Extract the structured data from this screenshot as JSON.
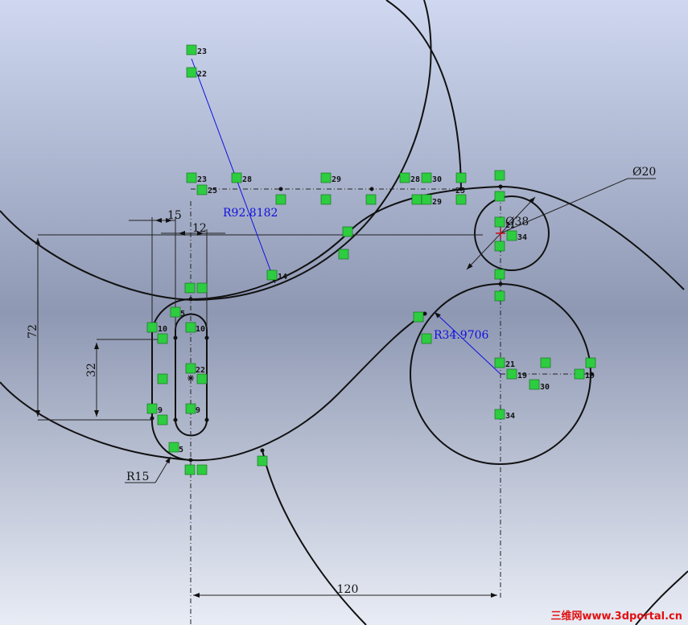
{
  "colors": {
    "bg_top": "#cfd8f0",
    "bg_mid": "#8e98b3",
    "bg_bottom": "#e8ecf5",
    "curve": "#111111",
    "relation_icon": "#2ecc40",
    "radius_dimension": "#1010e0",
    "watermark": "#e21010"
  },
  "dimensions": {
    "d15": "15",
    "d12": "12",
    "d72": "72",
    "d32": "32",
    "d120": "120",
    "r15": "R15",
    "dia20": "Ø20",
    "dia38": "Ø38",
    "r92": "R92.8182",
    "r34": "R34.9706"
  },
  "relations": {
    "r23a": "23",
    "r22a": "22",
    "r23b": "23",
    "r25a": "25",
    "r28a": "28",
    "r29a": "29",
    "r28b": "28",
    "r30a": "30",
    "r25b": "25",
    "r29b": "29",
    "r21a": "21",
    "r34a": "34",
    "r14": "14",
    "r5a": "5",
    "r10a": "10",
    "r10b": "10",
    "r22b": "22",
    "r9a": "9",
    "r9b": "9",
    "r5b": "5",
    "r21b": "21",
    "r19a": "19",
    "r19b": "19",
    "r30b": "30",
    "r34b": "34"
  },
  "watermark": "三维网www.3dportal.cn"
}
